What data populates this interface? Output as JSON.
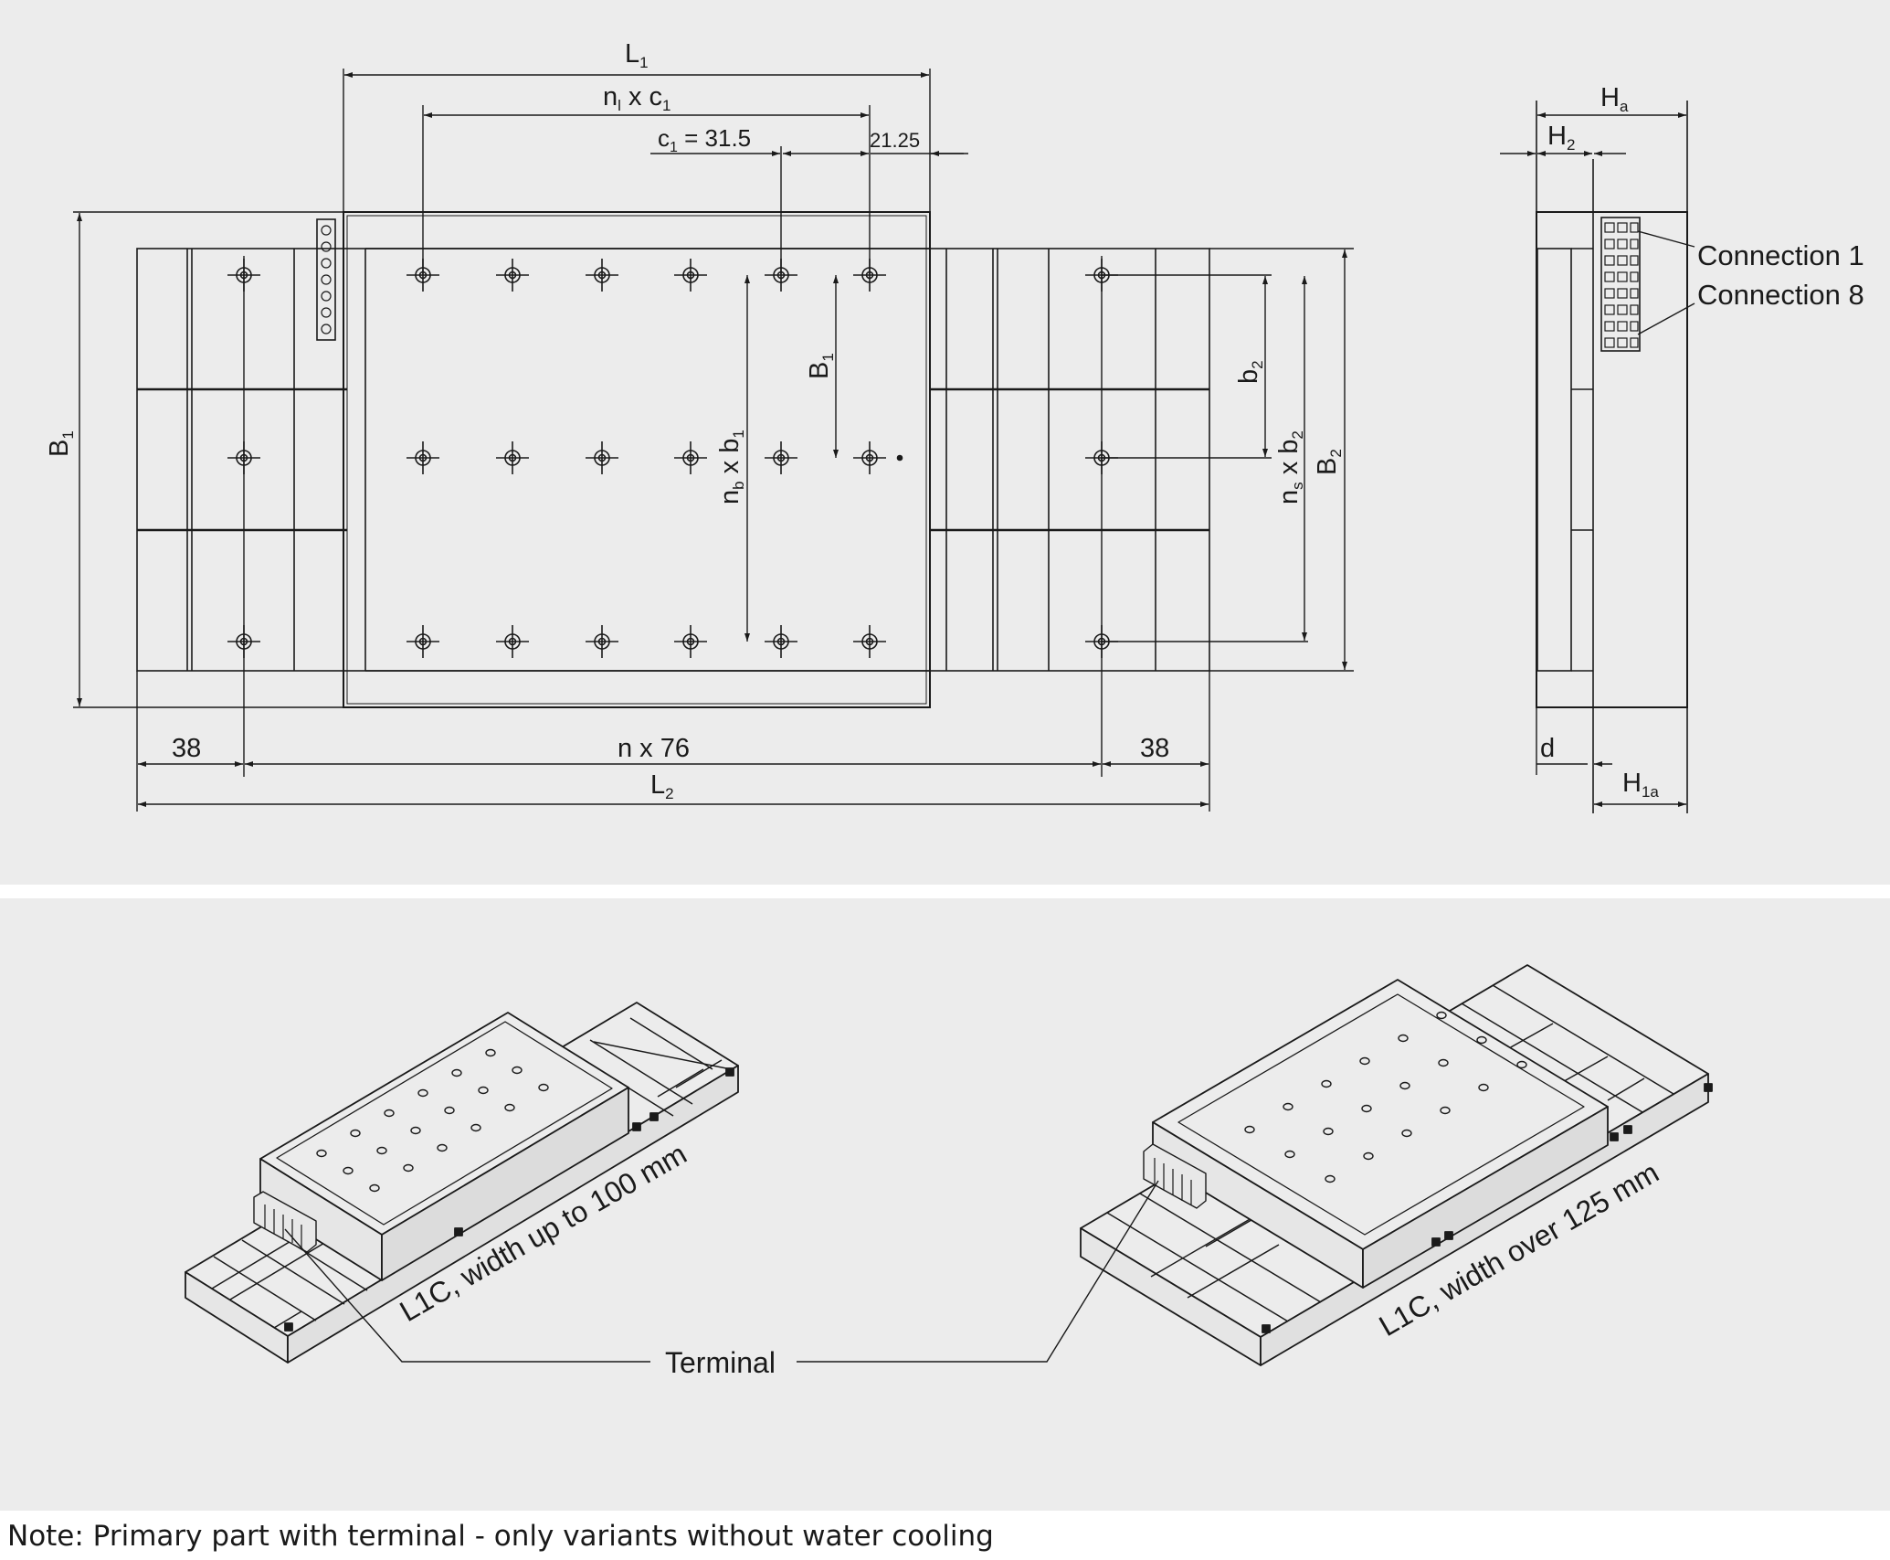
{
  "technical_drawing": {
    "dimensions": {
      "L1": "L",
      "L1_sub": "1",
      "nl_c1_a": "n",
      "nl_c1_sub_l": "l",
      "nl_c1_b": " x c",
      "nl_c1_sub_1": "1",
      "c1_a": "c",
      "c1_sub": "1",
      "c1_b": " = 31.5",
      "d2125": "21.25",
      "B1": "B",
      "B1_sub": "1",
      "B1_inner": "B",
      "B1_inner_sub": "1",
      "nb_b1_a": "n",
      "nb_b1_sub_b": "b",
      "nb_b1_b": " x b",
      "nb_b1_sub_1": "1",
      "b2": "b",
      "b2_sub": "2",
      "ns_b2_a": "n",
      "ns_b2_sub_s": "s",
      "ns_b2_b": " x b",
      "ns_b2_sub_2": "2",
      "B2": "B",
      "B2_sub": "2",
      "left38": "38",
      "n76": "n x 76",
      "right38": "38",
      "L2": "L",
      "L2_sub": "2",
      "Ha": "H",
      "Ha_sub": "a",
      "H2": "H",
      "H2_sub": "2",
      "d": "d",
      "H1a": "H",
      "H1a_sub": "1a"
    },
    "connection_1": "Connection 1",
    "connection_8": "Connection 8"
  },
  "isometric_views": {
    "left_label": "L1C, width up to 100 mm",
    "right_label": "L1C, width over 125 mm",
    "terminal": "Terminal"
  },
  "note": "Note: Primary part with terminal - only variants without water cooling"
}
